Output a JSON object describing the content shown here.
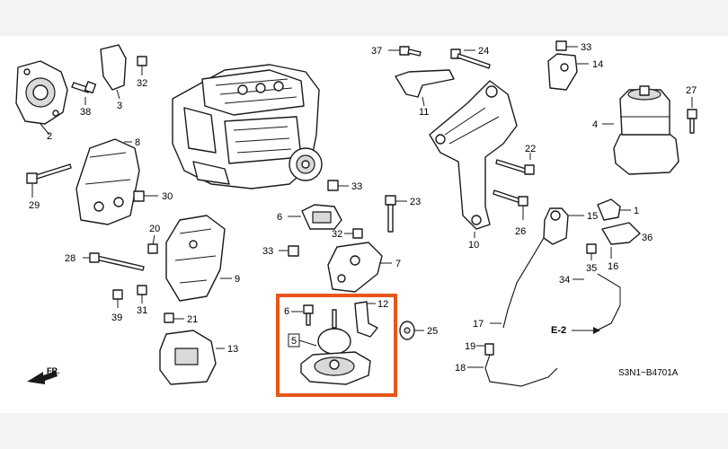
{
  "diagram": {
    "drawing_code": "S3N1−B4701A",
    "direction_label": "FR.",
    "reference_label": "E-2",
    "highlight_color": "#e8561b",
    "callouts": {
      "c1": "1",
      "c2": "2",
      "c3": "3",
      "c4": "4",
      "c5": "5",
      "c6a": "6",
      "c6b": "6",
      "c7": "7",
      "c8": "8",
      "c9": "9",
      "c10": "10",
      "c11": "11",
      "c12": "12",
      "c13": "13",
      "c14": "14",
      "c15": "15",
      "c16": "16",
      "c17": "17",
      "c18": "18",
      "c19": "19",
      "c20": "20",
      "c21": "21",
      "c22": "22",
      "c23": "23",
      "c24": "24",
      "c25": "25",
      "c26": "26",
      "c27": "27",
      "c28": "28",
      "c29": "29",
      "c30": "30",
      "c31": "31",
      "c32a": "32",
      "c32b": "32",
      "c33a": "33",
      "c33b": "33",
      "c33c": "33",
      "c34": "34",
      "c35": "35",
      "c36": "36",
      "c37": "37",
      "c38": "38",
      "c39": "39"
    }
  }
}
